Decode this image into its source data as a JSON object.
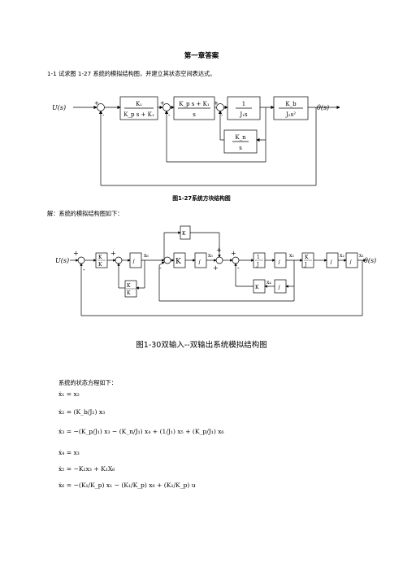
{
  "title": "第一章答案",
  "question": "1-1  试求图 1-27 系统的模拟结构图，并建立其状态空间表达式。",
  "fig1": {
    "caption": "图1-27系统方块结构图",
    "input": "U(s)",
    "output": "θ(s)",
    "block1": {
      "num": "K₁",
      "den": "K_p s + K₁"
    },
    "block2": {
      "num": "K_p s + K₁",
      "den": "s"
    },
    "block3": {
      "num": "1",
      "den": "J₁s"
    },
    "block4": {
      "num": "K_b",
      "den": "J₂s²"
    },
    "feedback_block": {
      "num": "K_n",
      "den": "s"
    }
  },
  "solution_intro": "解：系统的模拟结构图如下：",
  "fig2": {
    "caption": "图1-30双输入--双输出系统模拟结构图",
    "input": "U(s)",
    "output": "θ(s)",
    "states": [
      "x₆",
      "x₅",
      "x₄",
      "x₃",
      "x₂",
      "x₁"
    ]
  },
  "equations_intro": "系统的状态方程如下：",
  "equations": [
    "ẋ₁ = x₂",
    "ẋ₂ = (K_b/J₂) x₃",
    "ẋ₃ = −(K_p/J₁) x₃ − (K_n/J₁) x₄ + (1/J₁) x₅ + (K_p/J₁) x₆",
    "ẋ₄ = x₃",
    "ẋ₅ = −K₁x₃ + K₁X₆",
    "ẋ₆ = −(K₁/K_p) x₁ − (K₁/K_p) x₆ + (K₁/K_p) u"
  ]
}
